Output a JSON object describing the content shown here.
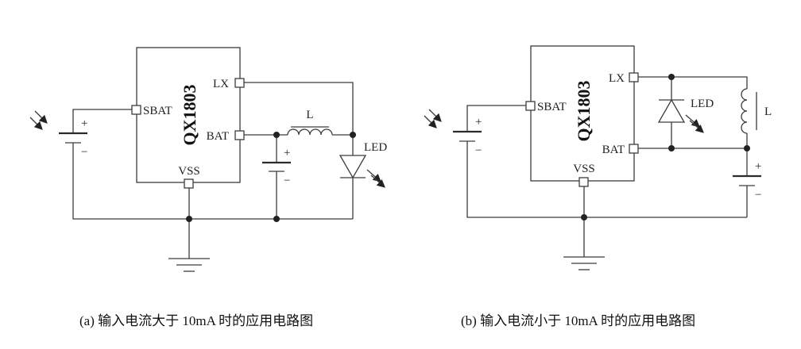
{
  "chip": "QX1803",
  "pins": {
    "lx": "LX",
    "sbat": "SBAT",
    "bat": "BAT",
    "vss": "VSS"
  },
  "inductor": "L",
  "led": "LED",
  "plus": "+",
  "minus": "−",
  "captions": {
    "a": "(a)  输入电流大于 10mA 时的应用电路图",
    "b": "(b)  输入电流小于 10mA 时的应用电路图"
  }
}
